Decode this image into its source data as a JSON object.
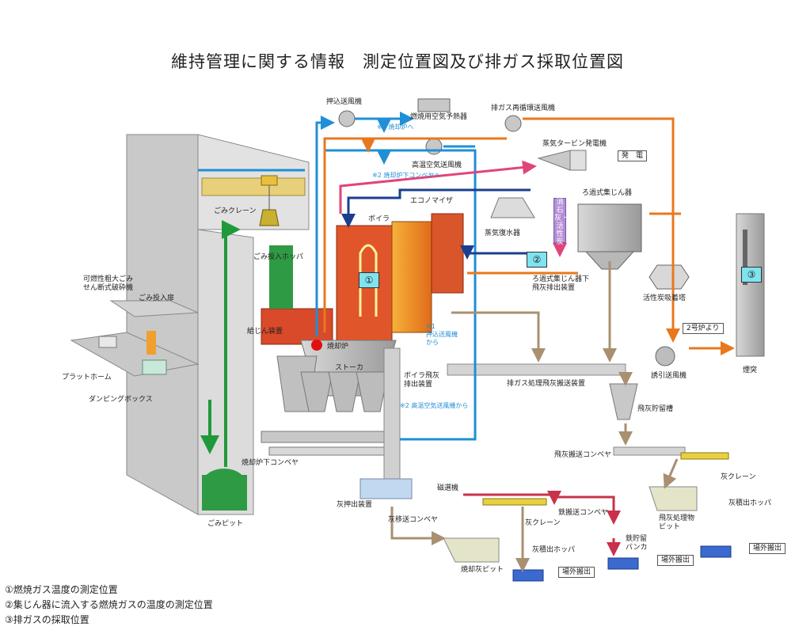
{
  "title": "維持管理に関する情報　測定位置図及び排ガス採取位置図",
  "markers": {
    "m1": "①",
    "m2": "②",
    "m3": "③"
  },
  "labels": {
    "push_fan": "押込送風機",
    "air_preheater": "燃焼用空気予熱器",
    "note1_to_incinerator": "※1 焼却炉へ",
    "flue_recirc_fan": "排ガス再循環送風機",
    "steam_turbine": "蒸気タービン発電機",
    "power_gen": "発　電",
    "hot_air_fan": "高温空気送風機",
    "note2_to_conveyor": "※2 焼却炉下コンベヤへ",
    "economizer": "エコノマイザ",
    "boiler": "ボイラ",
    "refuse_crane": "ごみクレーン",
    "hopper": "ごみ投入ホッパ",
    "condenser": "蒸気復水器",
    "bag_filter": "ろ過式集じん器",
    "lime_carbon": "消石灰・活性炭",
    "bag_fly_ash": "ろ過式集じん器下\n飛灰排出装置",
    "activated_carbon": "活性炭吸着塔",
    "crusher": "可燃性粗大ごみ\nせん断式破砕機",
    "dump_door": "ごみ投入扉",
    "platform": "プラットホーム",
    "dumping_box": "ダンピングボックス",
    "feeder": "給じん装置",
    "incinerator": "焼却炉",
    "stoker": "ストーカ",
    "note1_from_push": "※1\n押込送風機\nから",
    "boiler_fly_ash": "ボイラ飛灰\n排出装置",
    "flue_conveyor": "排ガス処理飛灰搬送装置",
    "fly_ash_silo": "飛灰貯留槽",
    "unit2": "2号炉より",
    "induced_fan": "誘引送風機",
    "chimney": "煙突",
    "note2_from_hot": "※2 高温空気送風機から",
    "under_conveyor": "焼却炉下コンベヤ",
    "fly_ash_conveyor": "飛灰搬送コンベヤ",
    "refuse_pit": "ごみピット",
    "ash_extruder": "灰押出装置",
    "magnet": "磁選機",
    "iron_conveyor": "鉄搬送コンベヤ",
    "ash_crane": "灰クレーン",
    "ash_crane2": "灰クレーン",
    "ash_transfer": "灰移送コンベヤ",
    "iron_bunker": "鉄貯留\nバンカ",
    "fly_ash_pit": "飛灰処理物\nピット",
    "ash_hopper": "灰積出ホッパ",
    "ash_hopper2": "灰積出ホッパ",
    "ash_pit": "焼却灰ピット",
    "offsite1": "場外搬出",
    "offsite2": "場外搬出",
    "offsite3": "場外搬出"
  },
  "legend": [
    "①燃焼ガス温度の測定位置",
    "②集じん器に流入する燃焼ガスの温度の測定位置",
    "③排ガスの採取位置"
  ],
  "colors": {
    "air": "#1f8fd6",
    "flue": "#e8781e",
    "steam": "#e0457a",
    "water": "#1a3f8f",
    "ash": "#a89070",
    "iron": "#c8324a",
    "refuse": "#1f9a3a",
    "chem": "#8c5cc0"
  }
}
